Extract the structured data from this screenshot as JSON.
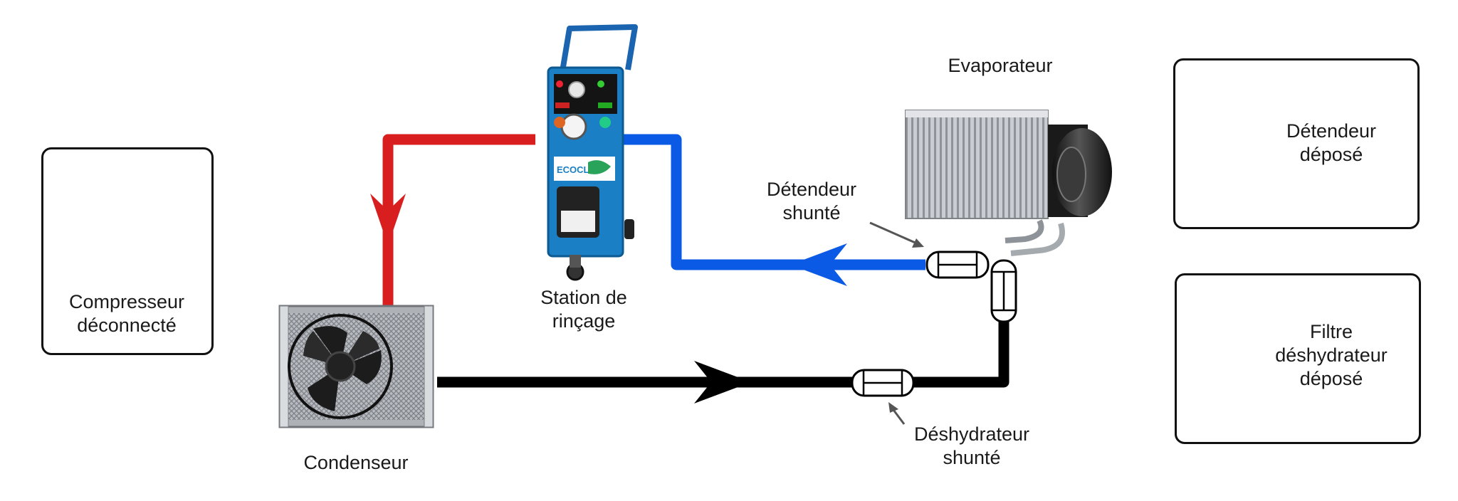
{
  "components": {
    "compresseur": {
      "label": "Compresseur\ndéconnecté",
      "icon": "compressor-icon"
    },
    "condenseur": {
      "label": "Condenseur",
      "icon": "condenser-icon"
    },
    "station": {
      "label": "Station de\nrinçage",
      "icon": "flushing-station-icon",
      "brand": "ECOCLIM"
    },
    "evaporateur": {
      "label": "Evaporateur",
      "icon": "evaporator-icon"
    },
    "detendeur_shunte": {
      "label": "Détendeur\nshunté",
      "icon": "bypass-coupler-icon"
    },
    "deshydrateur_shunte": {
      "label": "Déshydrateur\nshunté",
      "icon": "bypass-coupler-icon"
    },
    "detendeur_depose": {
      "label": "Détendeur\ndéposé",
      "icon": "expansion-valve-icon"
    },
    "filtre_depose": {
      "label": "Filtre\ndéshydrateur\ndéposé",
      "icon": "drier-filter-icon"
    }
  },
  "colors": {
    "hot_line": "#d81e1e",
    "cold_line": "#0a5ae6",
    "return_line": "#000000",
    "station_body": "#1a7fc4",
    "arrow_pointer": "#555555"
  }
}
